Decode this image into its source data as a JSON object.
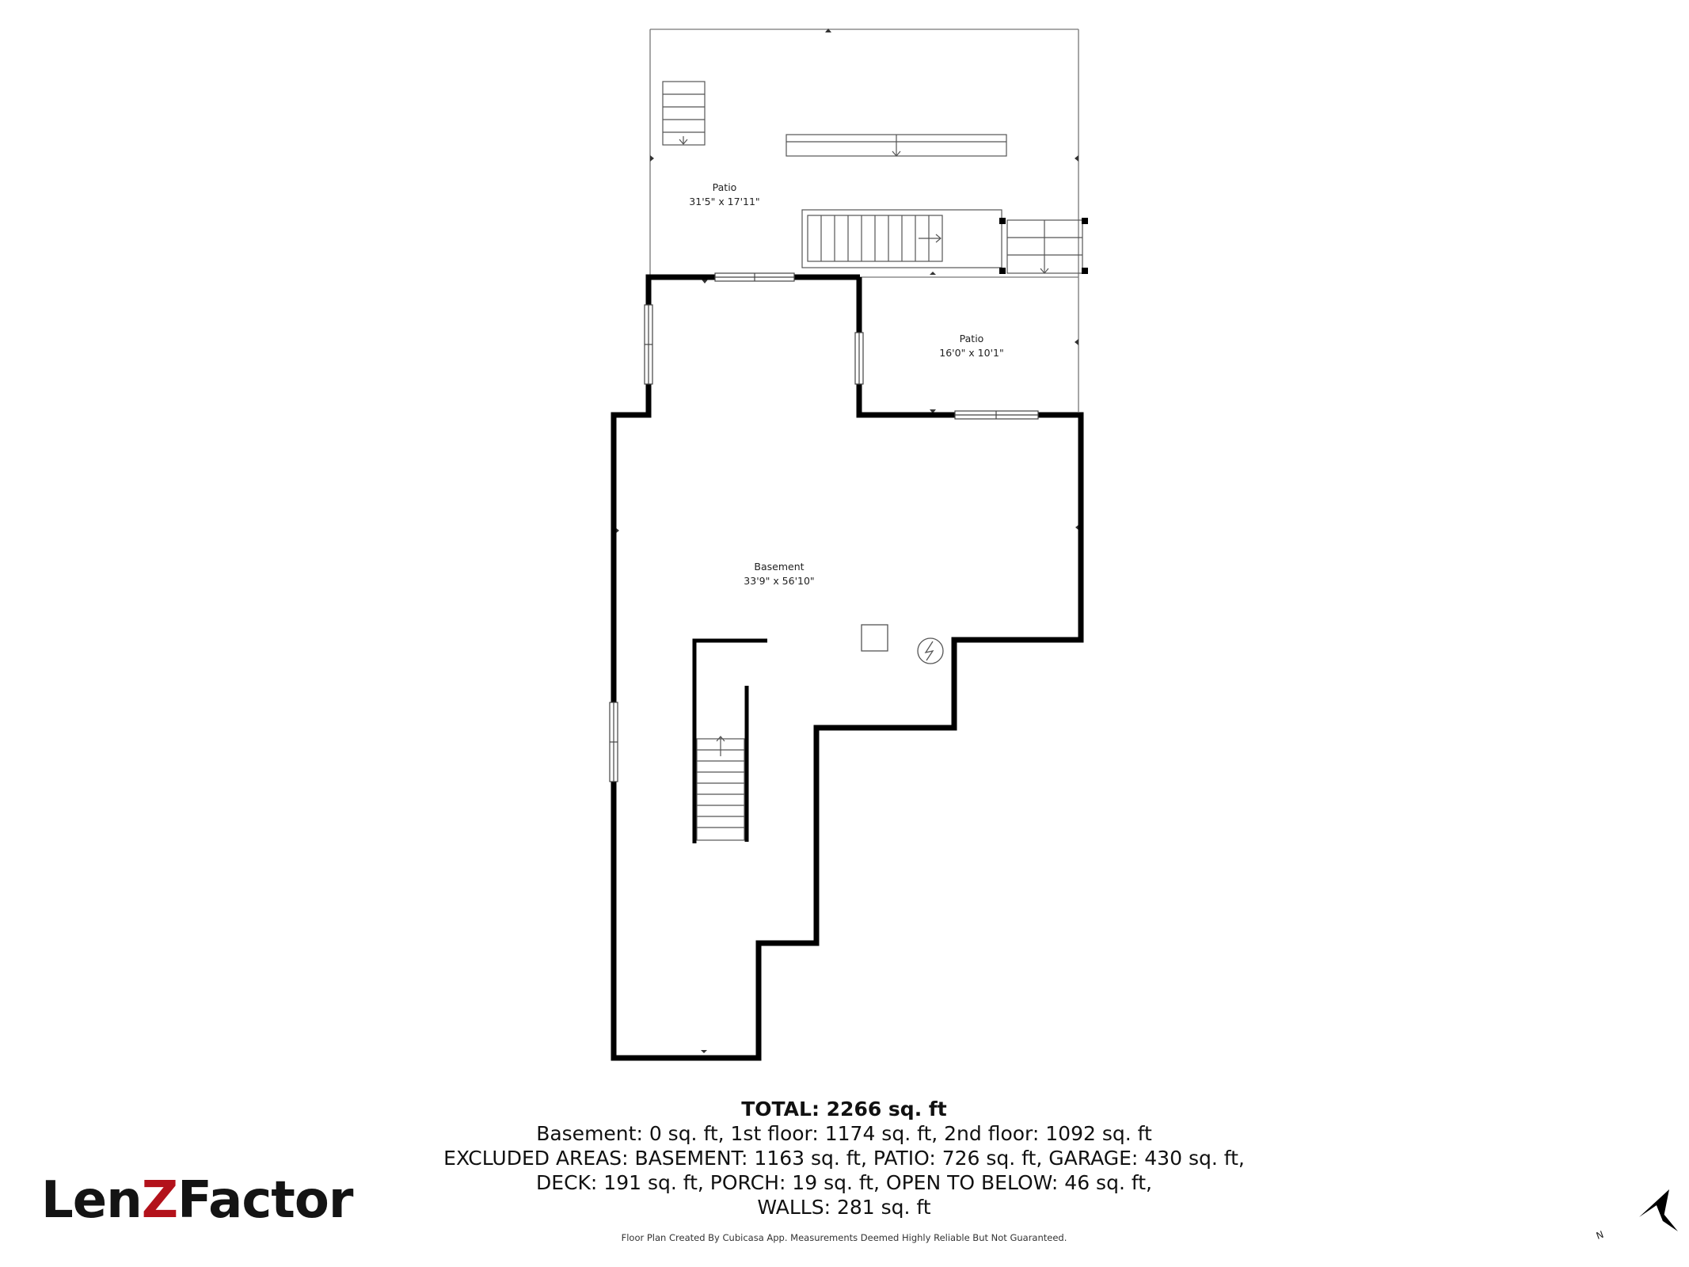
{
  "rooms": {
    "patio_upper": {
      "name": "Patio",
      "dims": "31'5\" x 17'11\""
    },
    "patio_lower": {
      "name": "Patio",
      "dims": "16'0\" x 10'1\""
    },
    "basement": {
      "name": "Basement",
      "dims": "33'9\" x 56'10\""
    }
  },
  "summary": {
    "total": "TOTAL: 2266 sq. ft",
    "line1": "Basement: 0 sq. ft, 1st floor: 1174 sq. ft, 2nd floor: 1092 sq. ft",
    "line2": "EXCLUDED AREAS: BASEMENT: 1163 sq. ft, PATIO: 726 sq. ft, GARAGE: 430 sq. ft,",
    "line3": "DECK: 191 sq. ft, PORCH: 19 sq. ft, OPEN TO BELOW: 46 sq. ft,",
    "line4": "WALLS: 281 sq. ft"
  },
  "logo": {
    "part1": "Len",
    "part2": "Z",
    "part3": "Factor",
    "accent_color": "#b3121b"
  },
  "disclaimer": "Floor Plan Created By Cubicasa App. Measurements Deemed Highly Reliable But Not Guaranteed.",
  "compass": {
    "label": "N",
    "icon": "north-arrow-icon"
  },
  "colors": {
    "wall": "#000000",
    "thin_line": "#666666"
  }
}
